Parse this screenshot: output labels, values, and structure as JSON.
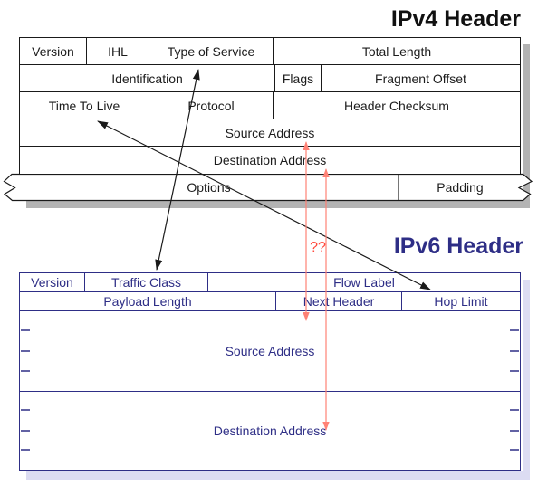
{
  "ipv4": {
    "title": "IPv4 Header",
    "fields": {
      "version": "Version",
      "ihl": "IHL",
      "type_of_service": "Type of Service",
      "total_length": "Total Length",
      "identification": "Identification",
      "flags": "Flags",
      "fragment_offset": "Fragment Offset",
      "time_to_live": "Time To Live",
      "protocol": "Protocol",
      "header_checksum": "Header Checksum",
      "source_address": "Source Address",
      "destination_address": "Destination Address",
      "options": "Options",
      "padding": "Padding"
    }
  },
  "ipv6": {
    "title": "IPv6 Header",
    "fields": {
      "version": "Version",
      "traffic_class": "Traffic Class",
      "flow_label": "Flow Label",
      "payload_length": "Payload Length",
      "next_header": "Next Header",
      "hop_limit": "Hop Limit",
      "source_address": "Source Address",
      "destination_address": "Destination Address"
    }
  },
  "annotations": {
    "question_marks": "??"
  },
  "colors": {
    "ipv4_line": "#1a1a1a",
    "ipv4_shadow": "#b3b3b3",
    "ipv6_accent": "#2e2e86",
    "ipv6_shadow": "#dcdcf2",
    "mapping_arrow": "#1a1a1a",
    "address_arrow": "#ff8276",
    "question_color": "#ff4a3d"
  }
}
